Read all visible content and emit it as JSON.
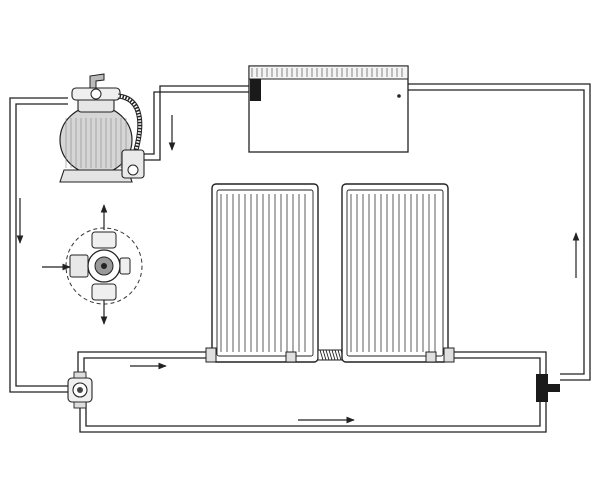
{
  "diagram": {
    "description_free": true,
    "components": [
      {
        "id": "sand-filter",
        "kind": "filter-tank"
      },
      {
        "id": "pool",
        "kind": "pool"
      },
      {
        "id": "solar-panel-left",
        "kind": "solar-collector"
      },
      {
        "id": "solar-panel-right",
        "kind": "solar-collector"
      },
      {
        "id": "bypass-valve",
        "kind": "three-way-valve"
      },
      {
        "id": "valve-detail",
        "kind": "valve-detail-inset"
      },
      {
        "id": "return-fitting",
        "kind": "fitting"
      }
    ],
    "colors": {
      "line": "#222222",
      "fill": "#ffffff",
      "tank_gray": "#bdbdbd",
      "dark": "#1a1a1a"
    }
  }
}
